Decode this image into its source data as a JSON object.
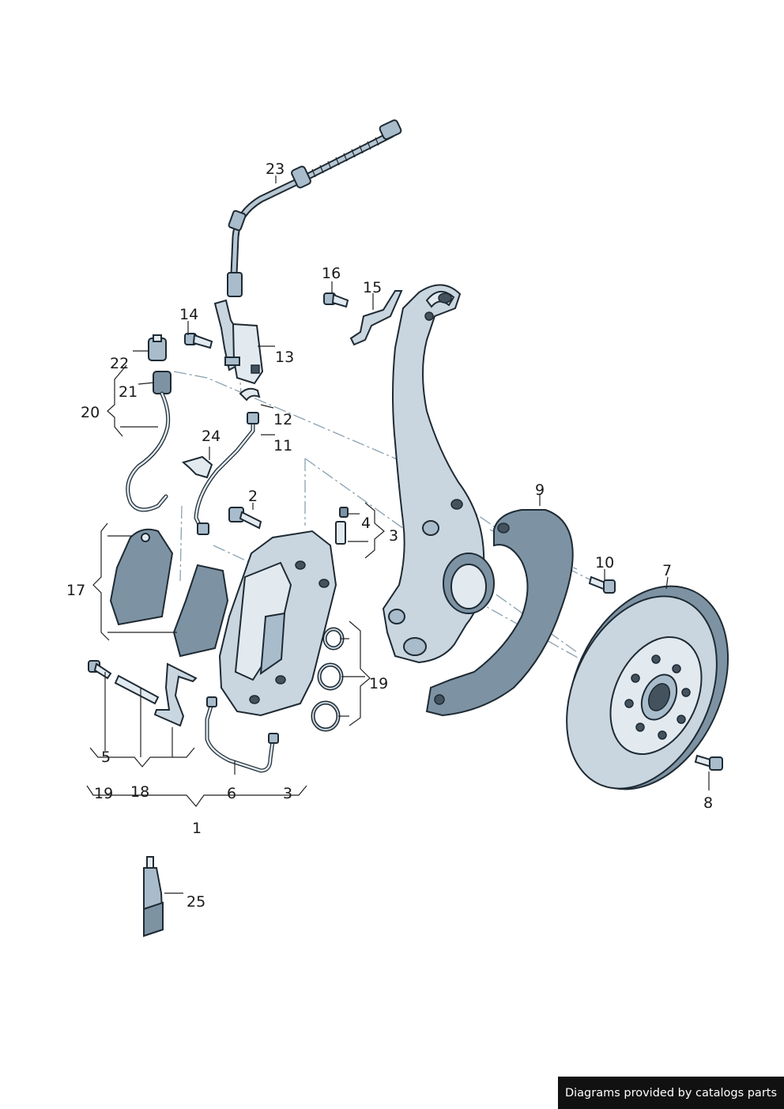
{
  "diagram": {
    "callouts": {
      "c1": "1",
      "c2": "2",
      "c3a": "3",
      "c3b": "3",
      "c4": "4",
      "c5": "5",
      "c6": "6",
      "c7": "7",
      "c8": "8",
      "c9": "9",
      "c10": "10",
      "c11": "11",
      "c12": "12",
      "c13": "13",
      "c14": "14",
      "c15": "15",
      "c16": "16",
      "c17": "17",
      "c18": "18",
      "c19a": "19",
      "c19b": "19",
      "c20": "20",
      "c21": "21",
      "c22": "22",
      "c23": "23",
      "c24": "24",
      "c25": "25"
    },
    "colors": {
      "part_fill": "#c9d6df",
      "outline": "#1e2a33",
      "dash_line": "#8aa1b1"
    }
  },
  "footer": {
    "text": "Diagrams provided by catalogs parts"
  }
}
